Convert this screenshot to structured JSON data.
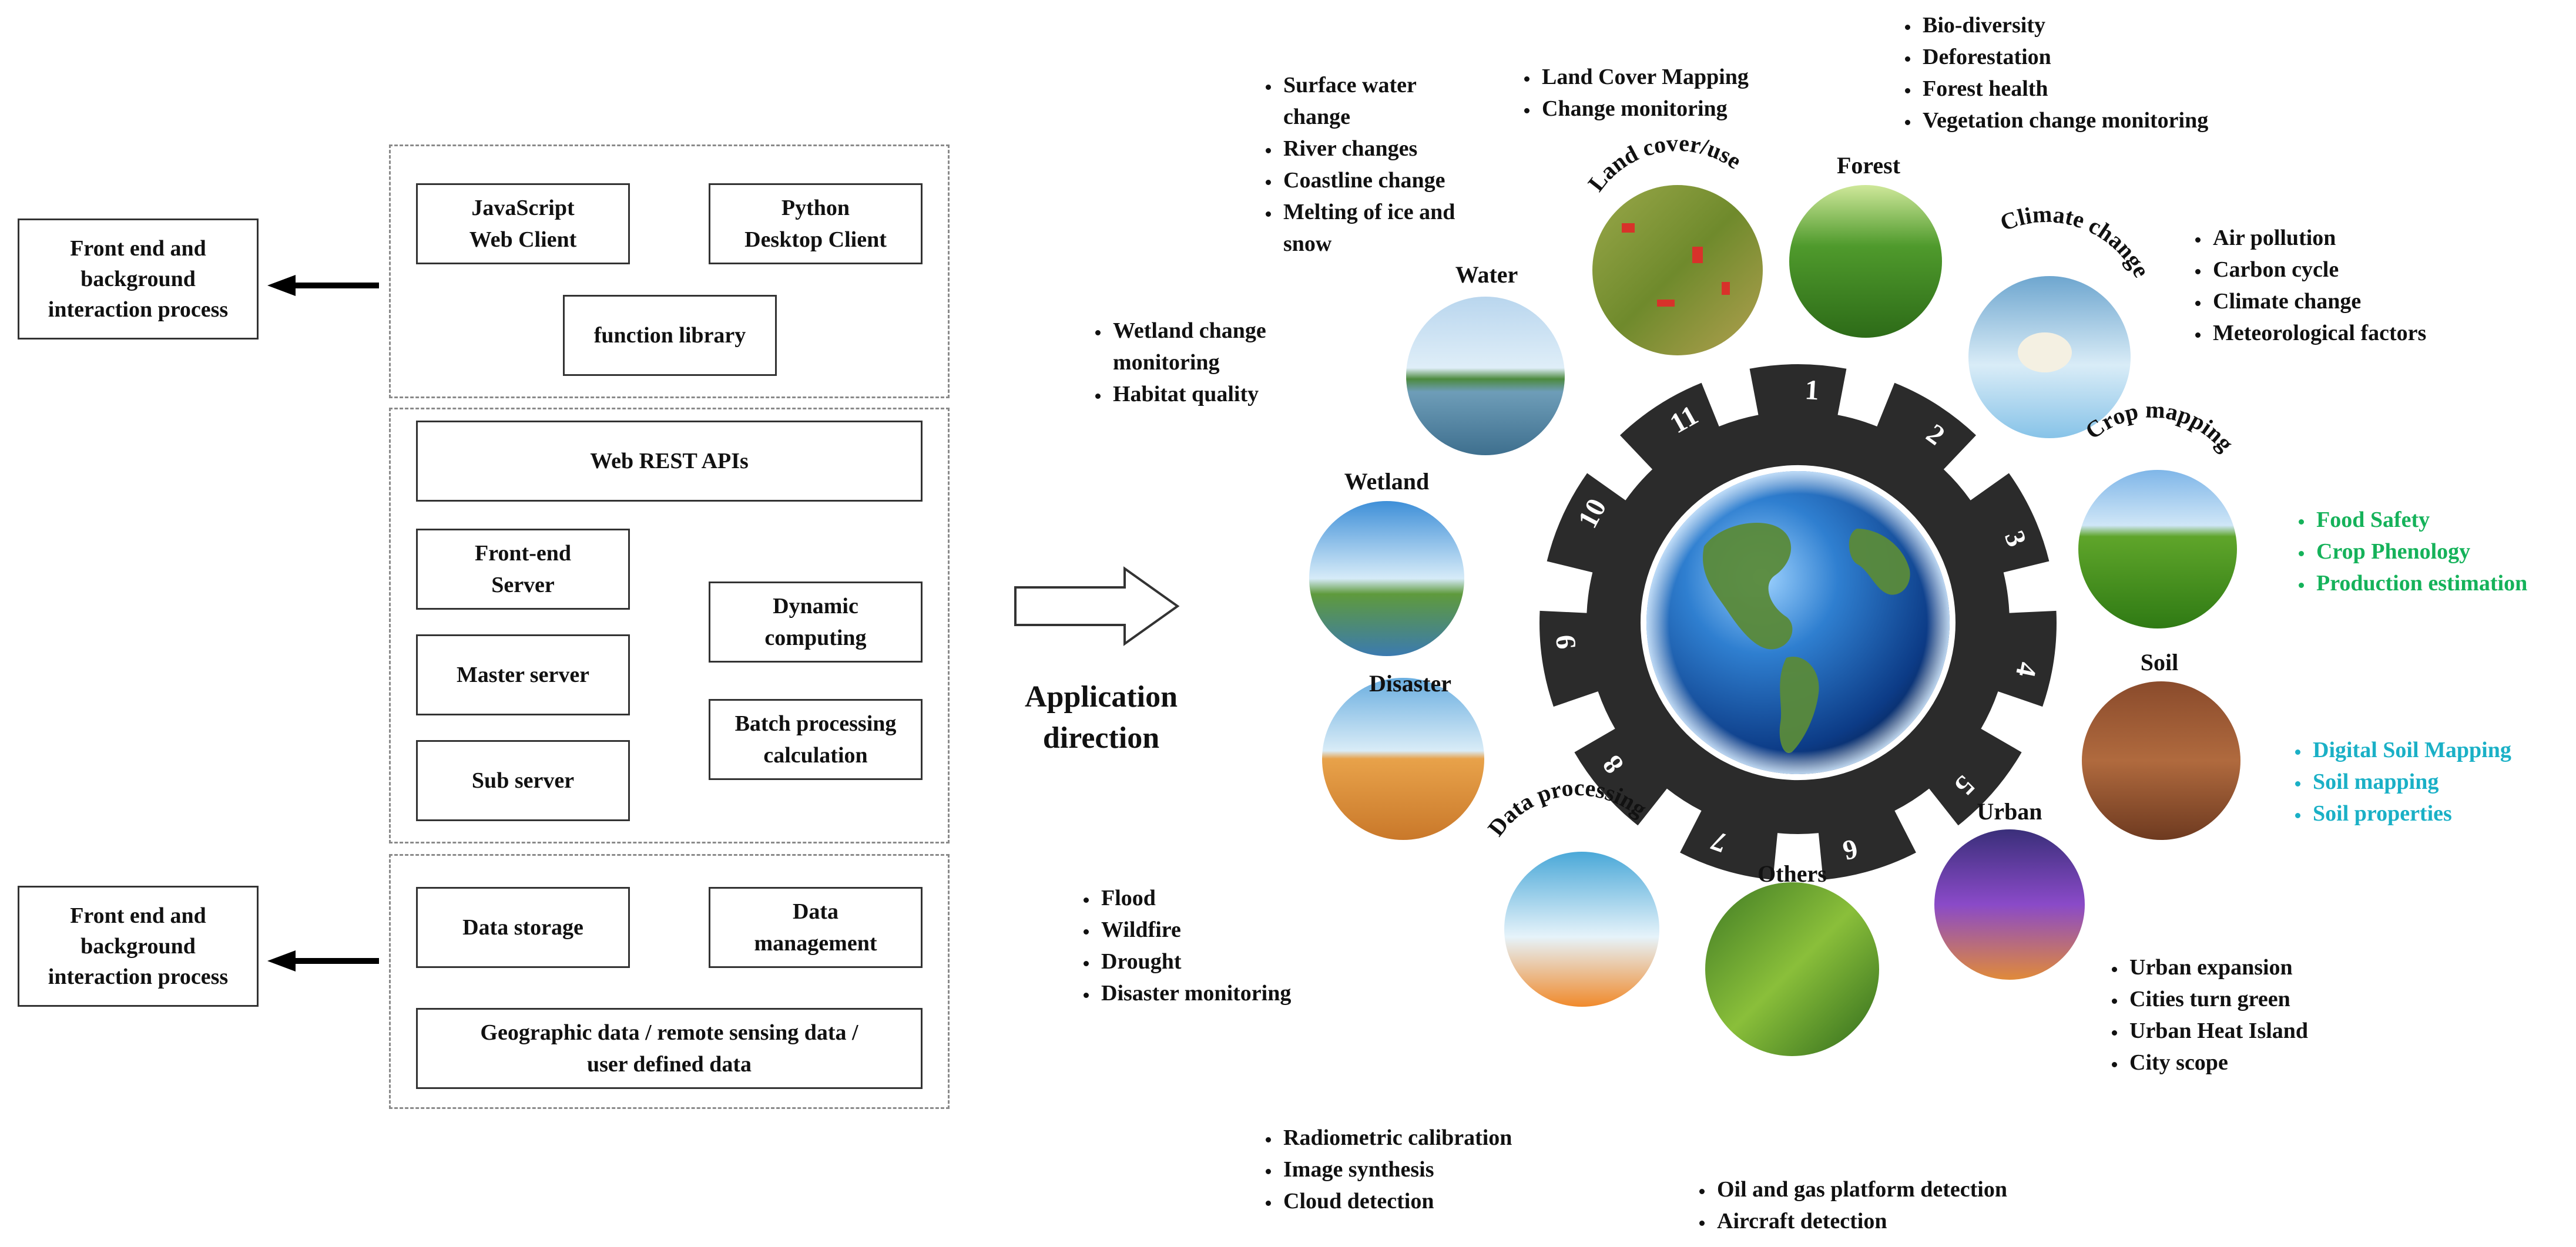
{
  "architecture": {
    "side_labels": {
      "top": "Front end and\nbackground\ninteraction process",
      "bottom": "Front end and\nbackground\ninteraction process"
    },
    "client_layer": {
      "js_client": "JavaScript\nWeb Client",
      "py_client": "Python\nDesktop Client",
      "function_library": "function library"
    },
    "server_layer": {
      "rest_apis": "Web REST APIs",
      "frontend_server": "Front-end\nServer",
      "master_server": "Master server",
      "sub_server": "Sub server",
      "dynamic_computing": "Dynamic\ncomputing",
      "batch_processing": "Batch processing\ncalculation"
    },
    "data_layer": {
      "data_storage": "Data storage",
      "data_management": "Data\nmanagement",
      "data_types": "Geographic data / remote sensing data /\nuser defined data"
    }
  },
  "arrow_label": "Application\ndirection",
  "ring": {
    "numbers": [
      "1",
      "2",
      "3",
      "4",
      "5",
      "6",
      "7",
      "8",
      "9",
      "10",
      "11"
    ],
    "categories": {
      "land_cover": "Land cover/use",
      "forest": "Forest",
      "climate": "Climate change",
      "crop": "Crop mapping",
      "soil": "Soil",
      "urban": "Urban",
      "others": "Others",
      "data_processing": "Data processing",
      "disaster": "Disaster",
      "wetland": "Wetland",
      "water": "Water"
    }
  },
  "lists": {
    "water": [
      "Surface water\nchange",
      "River changes",
      "Coastline change",
      "Melting of ice and\nsnow"
    ],
    "land_cover": [
      "Land Cover Mapping",
      "Change monitoring"
    ],
    "forest": [
      "Bio-diversity",
      "Deforestation",
      "Forest health",
      "Vegetation change monitoring"
    ],
    "climate": [
      "Air pollution",
      "Carbon cycle",
      "Climate change",
      "Meteorological factors"
    ],
    "wetland": [
      "Wetland change\nmonitoring",
      "Habitat quality"
    ],
    "crop": [
      "Food Safety",
      "Crop Phenology",
      "Production estimation"
    ],
    "soil": [
      "Digital Soil Mapping",
      "Soil mapping",
      "Soil properties"
    ],
    "disaster": [
      "Flood",
      "Wildfire",
      "Drought",
      "Disaster monitoring"
    ],
    "urban": [
      "Urban expansion",
      "Cities turn green",
      "Urban Heat Island",
      "City scope"
    ],
    "data_processing": [
      "Radiometric calibration",
      "Image synthesis",
      "Cloud detection"
    ],
    "others": [
      "Oil and gas platform detection",
      "Aircraft detection"
    ]
  },
  "colors": {
    "crop_text": "#15b25a",
    "soil_text": "#1ab0c6",
    "gear": "#2b2b2b"
  }
}
